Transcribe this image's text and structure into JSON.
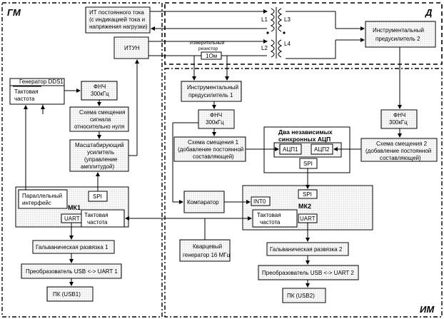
{
  "regions": {
    "gm": "ГМ",
    "d": "Д",
    "im": "ИМ"
  },
  "blocks": {
    "it_source": [
      "ИТ постоянного тока",
      "(с индикацией тока и",
      "напряжения нагрузки)"
    ],
    "itun": "ИТУН",
    "generator": "Генератор DDS1",
    "clock_gen": [
      "Тактовая",
      "частота"
    ],
    "fnch_left": [
      "ФНЧ",
      "300кГц"
    ],
    "shift_left": [
      "Схема смещения",
      "сигнала",
      "относительно нуля"
    ],
    "scaling_amp": [
      "Масштабирующий",
      "усилитель",
      "(управление",
      "амплитудой)"
    ],
    "mk1": "МК1",
    "parallel_iface": [
      "Параллельный",
      "интерфейс"
    ],
    "spi1": "SPI",
    "uart1": "UART",
    "clock_mk1": [
      "Тактовая",
      "частота"
    ],
    "galv1": "Гальваническая развязка 1",
    "usb_uart1": "Преобразователь USB <-> UART 1",
    "pc1": "ПК (USB1)",
    "quartz": [
      "Кварцевый",
      "генератор 16 МГц"
    ],
    "resistor_label": [
      "Измерительный",
      "резистор"
    ],
    "resistor": "1Ом",
    "instr_amp1": [
      "Инструментальный",
      "предусилитель 1"
    ],
    "fnch_mid": [
      "ФНЧ",
      "300кГц"
    ],
    "shift1": [
      "Схема смещения 1",
      "(добавление постоянной",
      "составляющей)"
    ],
    "adc_group": [
      "Два независимых",
      "синхронных АЦП"
    ],
    "adc1": "АЦП1",
    "adc2": "АЦП2",
    "spi_adc": "SPI",
    "comparator": "Компаратор",
    "int0": "INT0",
    "spi2": "SPI",
    "mk2": "МК2",
    "clock_mk2": [
      "Тактовая",
      "частота"
    ],
    "uart2": "UART",
    "galv2": "Гальваническая развязка 2",
    "usb_uart2": "Преобразователь USB <-> UART 2",
    "pc2": "ПК (USB2)",
    "instr_amp2": [
      "Инструментальный",
      "предусилитель 2"
    ],
    "fnch_right": [
      "ФНЧ",
      "300кГц"
    ],
    "shift2": [
      "Схема смещения 2",
      "(добавление постоянной",
      "составляющей)"
    ],
    "coils": [
      "L1",
      "L2",
      "L3",
      "L4"
    ]
  }
}
